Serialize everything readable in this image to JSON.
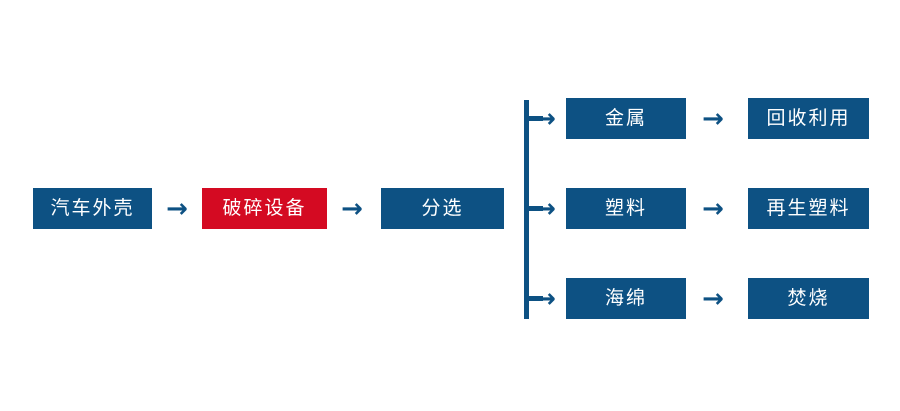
{
  "diagram": {
    "type": "process-flowchart",
    "title": "",
    "background_color": "#ffffff",
    "colors": {
      "primary": "#0d5183",
      "accent": "#d40a22",
      "text": "#ffffff"
    },
    "arrow_glyph": "→",
    "main_chain": [
      {
        "id": "car-shell",
        "label": "汽车外壳",
        "color": "#0d5183"
      },
      {
        "id": "crusher",
        "label": "破碎设备",
        "color": "#d40a22"
      },
      {
        "id": "sorting",
        "label": "分选",
        "color": "#0d5183"
      }
    ],
    "branches": [
      {
        "id": "metal",
        "material": {
          "id": "metal-node",
          "label": "金属",
          "color": "#0d5183"
        },
        "outcome": {
          "id": "reuse-node",
          "label": "回收利用",
          "color": "#0d5183"
        }
      },
      {
        "id": "plastic",
        "material": {
          "id": "plastic-node",
          "label": "塑料",
          "color": "#0d5183"
        },
        "outcome": {
          "id": "recycled-plastic-node",
          "label": "再生塑料",
          "color": "#0d5183"
        }
      },
      {
        "id": "sponge",
        "material": {
          "id": "sponge-node",
          "label": "海绵",
          "color": "#0d5183"
        },
        "outcome": {
          "id": "incineration-node",
          "label": "焚烧",
          "color": "#0d5183"
        }
      }
    ]
  }
}
